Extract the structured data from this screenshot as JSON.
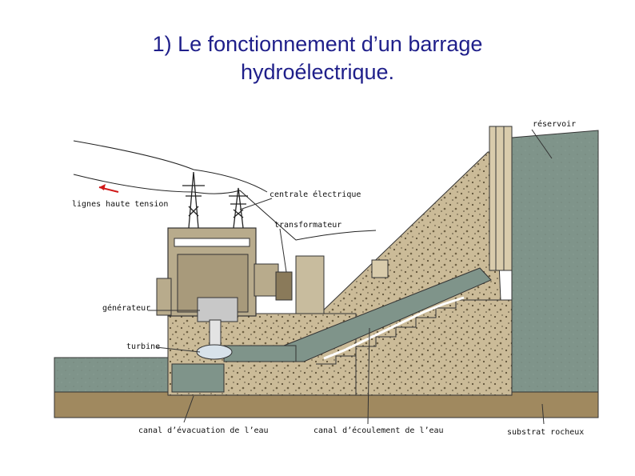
{
  "title": {
    "line1": "1) Le fonctionnement d’un barrage",
    "line2": "hydroélectrique."
  },
  "labels": {
    "reservoir": "réservoir",
    "centrale": "centrale électrique",
    "lignes": "lignes haute tension",
    "transformateur": "transformateur",
    "generateur": "générateur",
    "turbine": "turbine",
    "canal_evacuation": "canal d’évacuation de l’eau",
    "canal_ecoulement": "canal d’écoulement de l’eau",
    "substrat": "substrat rocheux"
  },
  "colors": {
    "water": "#7f948a",
    "concrete": "#cbbb98",
    "ground": "#a0895f",
    "building": "#b8ab8c",
    "arrow": "#d01818"
  }
}
